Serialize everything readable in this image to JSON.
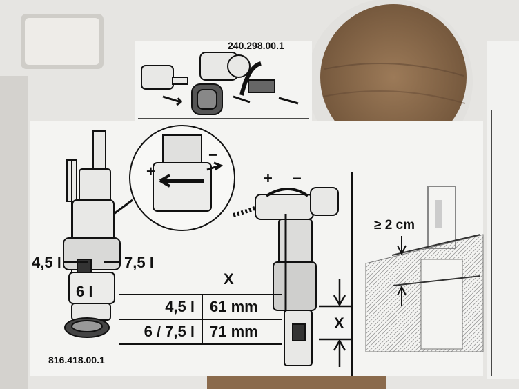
{
  "labels": {
    "top_part_number": "240.298.00.1",
    "bottom_part_number": "816.418.00.1",
    "volume_low": "4,5 l",
    "volume_high": "7,5 l",
    "volume_current": "6 l",
    "plus": "+",
    "minus": "−",
    "x_header": "X",
    "x_dim": "X",
    "clearance": "≥ 2 cm"
  },
  "table": {
    "rows": [
      {
        "volume": "4,5 l",
        "x": "61 mm"
      },
      {
        "volume": "6 / 7,5 l",
        "x": "71 mm"
      }
    ]
  },
  "colors": {
    "label": "#f4f4f2",
    "frame": "#ecebe8",
    "wood": "#8a6a4c",
    "ink": "#111111"
  }
}
